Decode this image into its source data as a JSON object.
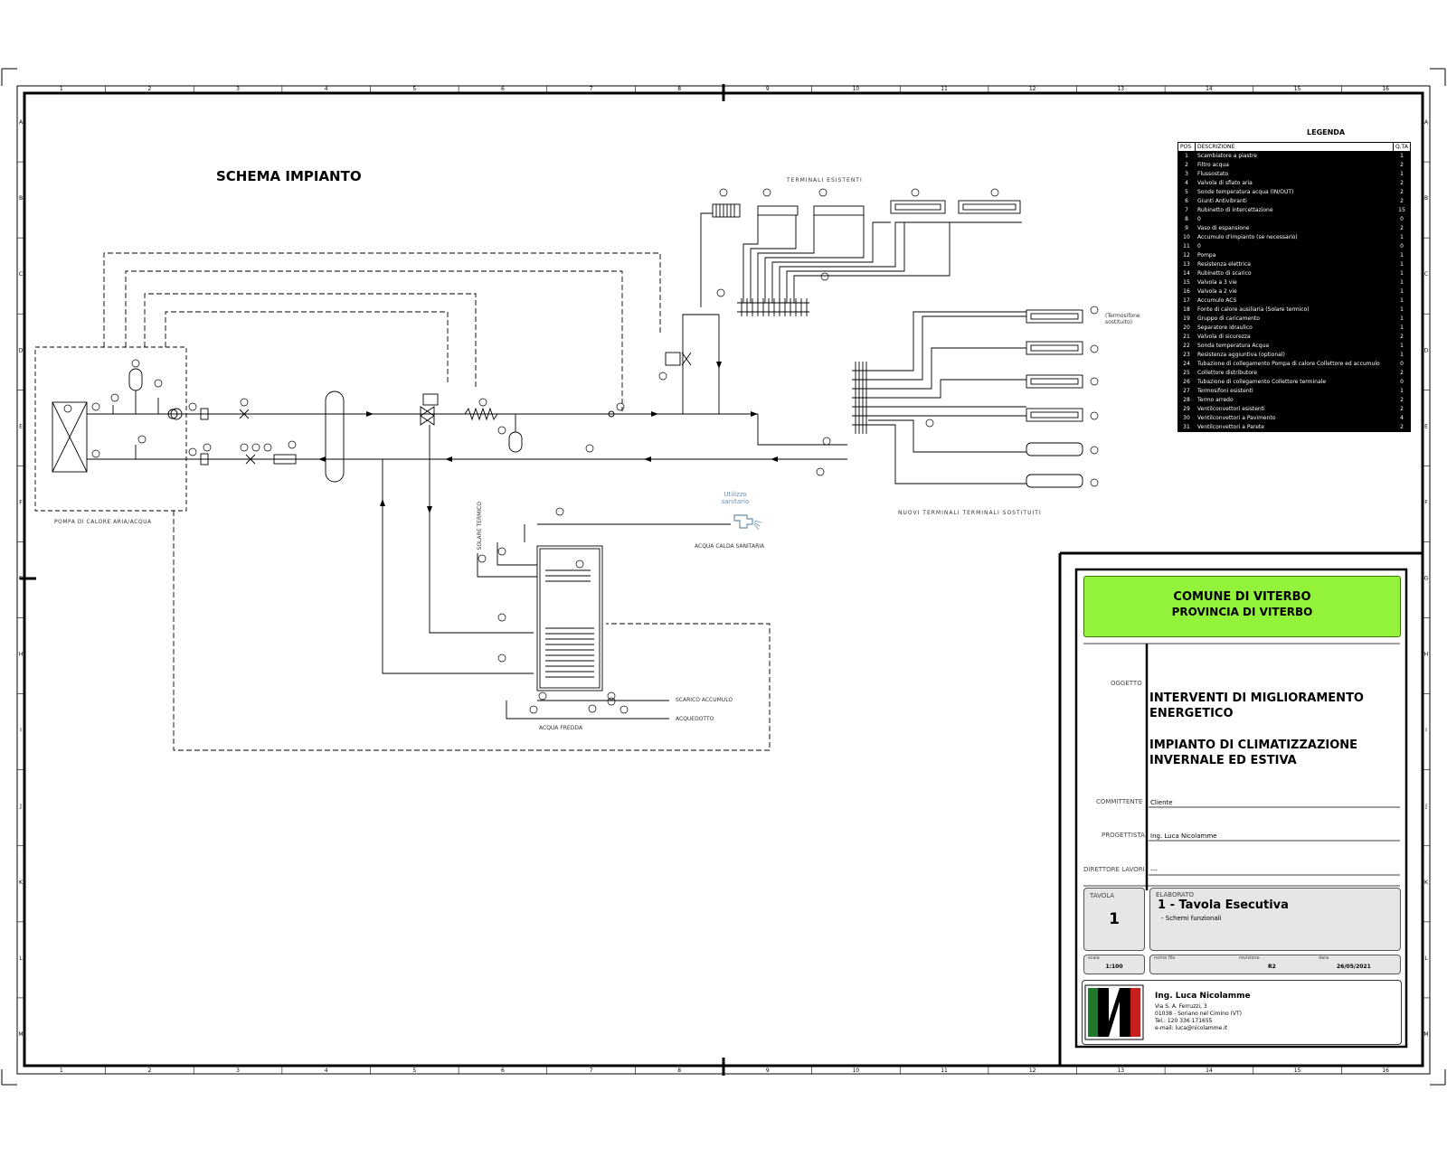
{
  "drawing": {
    "title": "SCHEMA IMPIANTO",
    "labels": {
      "terminals_existing": "TERMINALI ESISTENTI",
      "new_terminals": "NUOVI TERMINALI TERMINALI SOSTITUITI",
      "heat_pump": "POMPA DI CALORE ARIA/ACQUA",
      "domestic_use": "Utilizzo sanitario",
      "hot_water": "ACQUA CALDA SANITARIA",
      "solar": "SOLARE TERMICO",
      "drain": "SCARICO ACCUMULO",
      "aqueduct": "ACQUEDOTTO",
      "cold_water": "ACQUA FREDDA",
      "replaced_note": "(Termosifone sostituito)"
    }
  },
  "legend": {
    "title": "LEGENDA",
    "headers": {
      "pos": "POS",
      "desc": "DESCRIZIONE",
      "qty": "Q.TA"
    },
    "rows": [
      {
        "pos": "1",
        "desc": "Scambiatore a piastre",
        "qty": "1"
      },
      {
        "pos": "2",
        "desc": "Filtro acqua",
        "qty": "2"
      },
      {
        "pos": "3",
        "desc": "Flussostato",
        "qty": "1"
      },
      {
        "pos": "4",
        "desc": "Valvola di sfiato aria",
        "qty": "2"
      },
      {
        "pos": "5",
        "desc": "Sonde temperatura acqua (IN/OUT)",
        "qty": "2"
      },
      {
        "pos": "6",
        "desc": "Giunti Antivibranti",
        "qty": "2"
      },
      {
        "pos": "7",
        "desc": "Rubinetto di intercettazione",
        "qty": "15"
      },
      {
        "pos": "8",
        "desc": "0",
        "qty": "0"
      },
      {
        "pos": "9",
        "desc": "Vaso di espansione",
        "qty": "2"
      },
      {
        "pos": "10",
        "desc": "Accumulo d'impianto (se necessario)",
        "qty": "1"
      },
      {
        "pos": "11",
        "desc": "0",
        "qty": "0"
      },
      {
        "pos": "12",
        "desc": "Pompa",
        "qty": "1"
      },
      {
        "pos": "13",
        "desc": "Resistenza elettrica",
        "qty": "1"
      },
      {
        "pos": "14",
        "desc": "Rubinetto di scarico",
        "qty": "1"
      },
      {
        "pos": "15",
        "desc": "Valvola a 3 vie",
        "qty": "1"
      },
      {
        "pos": "16",
        "desc": "Valvola a 2 vie",
        "qty": "1"
      },
      {
        "pos": "17",
        "desc": "Accumulo ACS",
        "qty": "1"
      },
      {
        "pos": "18",
        "desc": "Fonte di calore ausiliaria (Solare termico)",
        "qty": "1"
      },
      {
        "pos": "19",
        "desc": "Gruppo di caricamento",
        "qty": "1"
      },
      {
        "pos": "20",
        "desc": "Separatore idraulico",
        "qty": "1"
      },
      {
        "pos": "21",
        "desc": "Valvola di sicurezza",
        "qty": "2"
      },
      {
        "pos": "22",
        "desc": "Sonda temperatura Acqua",
        "qty": "1"
      },
      {
        "pos": "23",
        "desc": "Resistenza aggiuntiva (optional)",
        "qty": "1"
      },
      {
        "pos": "24",
        "desc": "Tubazione di collegamento Pompa di calore Collettore ed accumulo",
        "qty": "0"
      },
      {
        "pos": "25",
        "desc": "Collettore distributore",
        "qty": "2"
      },
      {
        "pos": "26",
        "desc": "Tubazione di collegamento Collettore terminale",
        "qty": "0"
      },
      {
        "pos": "27",
        "desc": "Termosifoni esistenti",
        "qty": "1"
      },
      {
        "pos": "28",
        "desc": "Termo arredo",
        "qty": "2"
      },
      {
        "pos": "29",
        "desc": "Ventilconvettori esistenti",
        "qty": "2"
      },
      {
        "pos": "30",
        "desc": "Ventilconvettori a Pavimento",
        "qty": "4"
      },
      {
        "pos": "31",
        "desc": "Ventilconvettori a Parete",
        "qty": "2"
      }
    ]
  },
  "titleblock": {
    "municipality": "COMUNE DI VITERBO",
    "province": "PROVINCIA DI VITERBO",
    "object_label": "OGGETTO",
    "object_line1": "INTERVENTI DI MIGLIORAMENTO",
    "object_line2": "ENERGETICO",
    "object_line3": "IMPIANTO DI CLIMATIZZAZIONE",
    "object_line4": "INVERNALE ED ESTIVA",
    "client_label": "COMMITTENTE",
    "client_value": "Cliente",
    "designer_label": "PROGETTISTA",
    "designer_value": "Ing. Luca Nicolamme",
    "director_label": "DIRETTORE LAVORI",
    "director_value": "---",
    "sheet_label": "TAVOLA",
    "sheet_value": "1",
    "elab_label": "ELABORATO",
    "elab_value": "1 - Tavola Esecutiva",
    "elab_sub": "- Schemi funzionali",
    "scale_label": "scala",
    "scale_value": "1:100",
    "file_label": "nome file",
    "rev_label": "revisione",
    "rev_value": "R2",
    "date_label": "data",
    "date_value": "26/05/2021",
    "eng_name": "Ing. Luca Nicolamme",
    "eng_addr1": "Via S. A. Ferruzzi, 3",
    "eng_addr2": "01038 - Soriano nel Cimino (VT)",
    "eng_tel": "Tel.: 120 336 171655",
    "eng_mail": "e-mail: luca@nicolamme.it",
    "logo_colors": {
      "green": "#1e7a2a",
      "red": "#c8201e"
    },
    "accent_green": "#93f23a"
  },
  "grid": {
    "cols": [
      "1",
      "2",
      "3",
      "4",
      "5",
      "6",
      "7",
      "8",
      "9",
      "10",
      "11",
      "12",
      "13",
      "14",
      "15",
      "16"
    ],
    "rows": [
      "A",
      "B",
      "C",
      "D",
      "E",
      "F",
      "G",
      "H",
      "I",
      "J",
      "K",
      "L",
      "M"
    ]
  }
}
